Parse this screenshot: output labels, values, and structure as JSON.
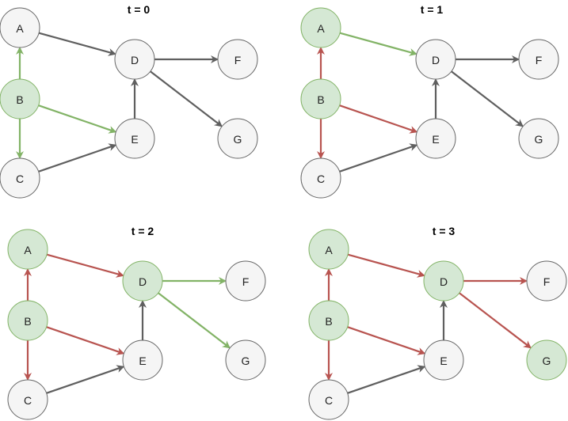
{
  "colors": {
    "node_inactive_fill": "#f5f5f5",
    "node_inactive_stroke": "#666666",
    "node_active_fill": "#d5e8d4",
    "node_active_stroke": "#82b366",
    "edge_gray": "#5f5f5f",
    "edge_green": "#82b366",
    "edge_red": "#b85450"
  },
  "panels": [
    {
      "title": "t = 0",
      "active_nodes": [
        "B"
      ],
      "edges": {
        "B-A": "green",
        "A-D": "gray",
        "B-E": "green",
        "B-C": "green",
        "C-E": "gray",
        "E-D": "gray",
        "D-F": "gray",
        "D-G": "gray"
      }
    },
    {
      "title": "t = 1",
      "active_nodes": [
        "A",
        "B"
      ],
      "edges": {
        "B-A": "red",
        "A-D": "green",
        "B-E": "red",
        "B-C": "red",
        "C-E": "gray",
        "E-D": "gray",
        "D-F": "gray",
        "D-G": "gray"
      }
    },
    {
      "title": "t = 2",
      "active_nodes": [
        "A",
        "B",
        "D"
      ],
      "edges": {
        "B-A": "red",
        "A-D": "red",
        "B-E": "red",
        "B-C": "red",
        "C-E": "gray",
        "E-D": "gray",
        "D-F": "green",
        "D-G": "green"
      }
    },
    {
      "title": "t = 3",
      "active_nodes": [
        "A",
        "B",
        "D",
        "G"
      ],
      "edges": {
        "B-A": "red",
        "A-D": "red",
        "B-E": "red",
        "B-C": "red",
        "C-E": "gray",
        "E-D": "gray",
        "D-F": "red",
        "D-G": "red"
      }
    }
  ],
  "node_labels": {
    "A": "A",
    "B": "B",
    "C": "C",
    "D": "D",
    "E": "E",
    "F": "F",
    "G": "G"
  }
}
